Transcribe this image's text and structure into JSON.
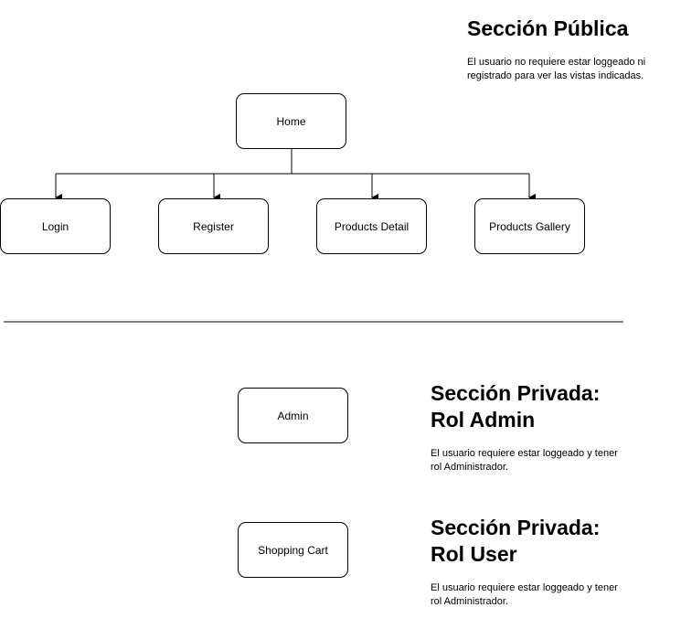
{
  "public_section": {
    "title": "Sección Pública",
    "description_line1": "El usuario no requiere estar loggeado ni",
    "description_line2": "registrado para ver las vistas indicadas."
  },
  "nodes": {
    "home": "Home",
    "login": "Login",
    "register": "Register",
    "products_detail": "Products Detail",
    "products_gallery": "Products Gallery",
    "admin": "Admin",
    "shopping_cart": "Shopping Cart"
  },
  "admin_section": {
    "title_line1": "Sección Privada:",
    "title_line2": "Rol Admin",
    "description_line1": "El usuario requiere estar loggeado y tener",
    "description_line2": "rol Administrador."
  },
  "user_section": {
    "title_line1": "Sección Privada:",
    "title_line2": "Rol User",
    "description_line1": "El usuario requiere estar loggeado y tener",
    "description_line2": "rol Administrador."
  }
}
